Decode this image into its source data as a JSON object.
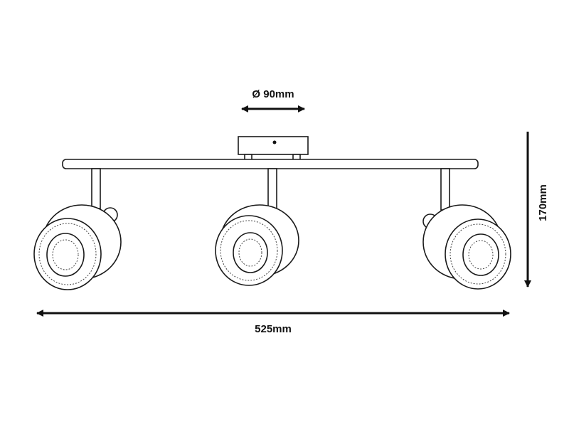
{
  "title": "Spotlight bar dimension drawing",
  "dimensions": {
    "base_diameter": "Ø 90mm",
    "width": "525mm",
    "height": "170mm"
  },
  "spotlight_count": 3,
  "colors": {
    "line": "#1a1a1a",
    "background": "#ffffff"
  }
}
